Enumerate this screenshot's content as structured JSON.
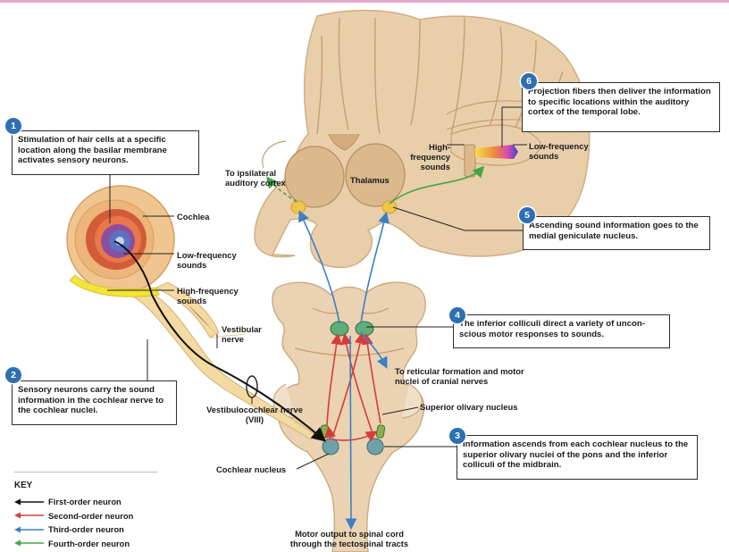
{
  "colors": {
    "first_order": "#111111",
    "second_order": "#d63c3c",
    "third_order": "#3b7fc6",
    "fourth_order": "#3fa64a",
    "step_badge": "#2e6fb2",
    "brain_tissue": "#e3c7a2",
    "brainstem": "#e7d0b0"
  },
  "steps": [
    {
      "number": "1",
      "text": "Stimulation of hair cells at a specific location along the basilar membrane activates sensory neurons."
    },
    {
      "number": "2",
      "text": "Sensory neurons carry the sound information in the cochlear nerve to the cochlear nuclei."
    },
    {
      "number": "3",
      "text": "Information ascends from each cochlear nucleus to the superior olivary nuclei of the pons and the inferior colliculi of the midbrain."
    },
    {
      "number": "4",
      "text": "The inferior colliculi direct a variety of uncon-scious motor responses to sounds."
    },
    {
      "number": "5",
      "text": "Ascending sound information goes to the medial geniculate nucleus."
    },
    {
      "number": "6",
      "text": "Projection fibers then deliver the information to specific locations within the auditory cortex of the temporal lobe."
    }
  ],
  "labels": {
    "cochlea": "Cochlea",
    "low_freq_cochlea": "Low-frequency sounds",
    "high_freq_cochlea": "High-frequency sounds",
    "vestibular_nerve": "Vestibular nerve",
    "vestibulocochlear_nerve": "Vestibulocochlear nerve (VIII)",
    "cochlear_nucleus": "Cochlear nucleus",
    "motor_output": "Motor output to spinal cord through the tectospinal tracts",
    "reticular": "To reticular formation and motor nuclei of cranial nerves",
    "superior_olivary": "Superior olivary nucleus",
    "thalamus": "Thalamus",
    "ipsilateral": "To ipsilateral auditory cortex",
    "high_freq_cortex": "High-frequency sounds",
    "low_freq_cortex": "Low-frequency sounds"
  },
  "key": {
    "title": "KEY",
    "items": [
      {
        "label": "First-order neuron",
        "color": "#111111"
      },
      {
        "label": "Second-order neuron",
        "color": "#d63c3c"
      },
      {
        "label": "Third-order neuron",
        "color": "#3b7fc6"
      },
      {
        "label": "Fourth-order neuron",
        "color": "#3fa64a"
      }
    ]
  }
}
